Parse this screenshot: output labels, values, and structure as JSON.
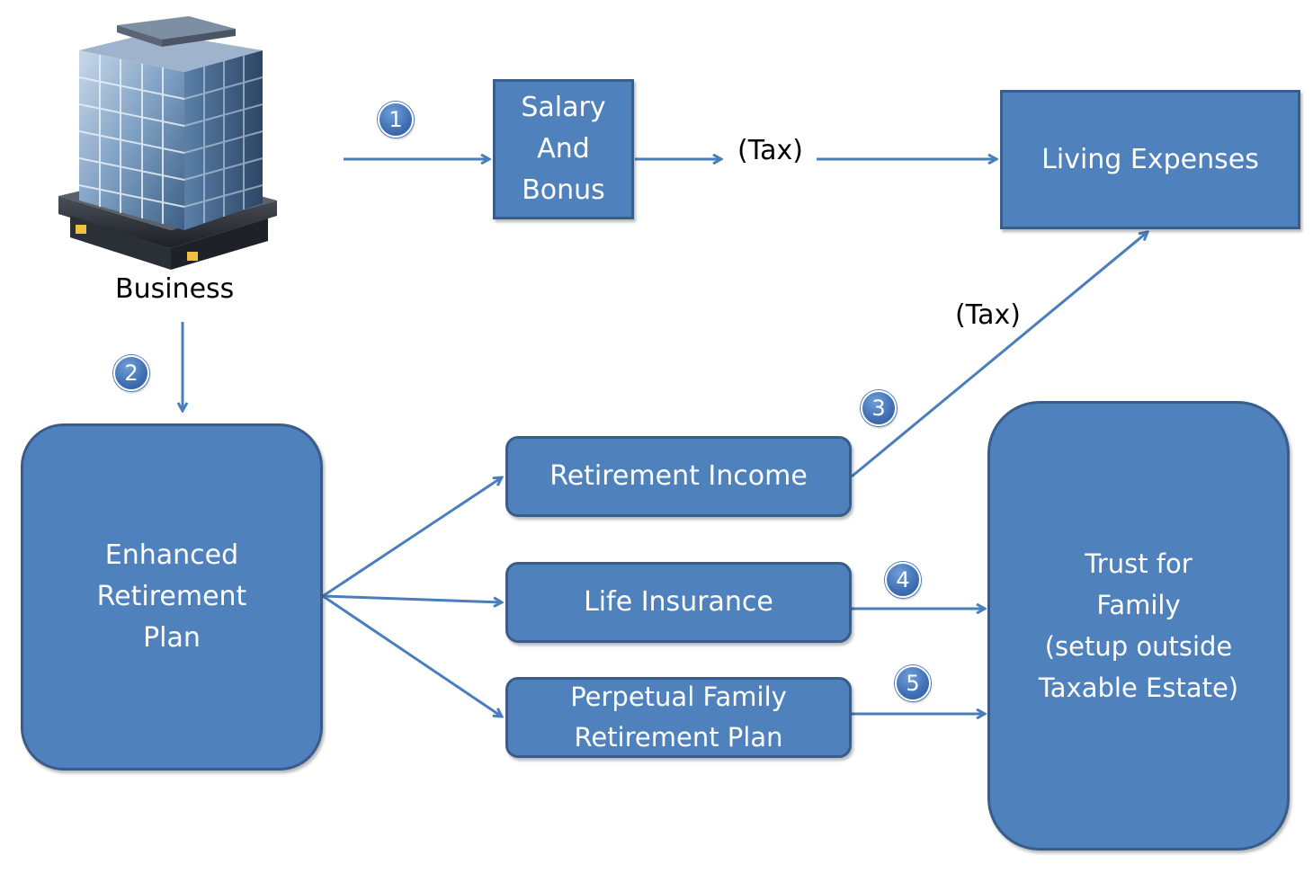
{
  "nodes": {
    "business": "Business",
    "salary_bonus": "Salary\nAnd\nBonus",
    "living_expenses": "Living Expenses",
    "enhanced_retirement_plan": "Enhanced\nRetirement\nPlan",
    "retirement_income": "Retirement Income",
    "life_insurance": "Life Insurance",
    "perpetual_family_retirement_plan": "Perpetual Family\nRetirement Plan",
    "trust_for_family": "Trust for\nFamily\n(setup outside\nTaxable Estate)"
  },
  "edge_labels": {
    "tax_salary_to_living": "(Tax)",
    "tax_income_to_living": "(Tax)"
  },
  "steps": [
    "1",
    "2",
    "3",
    "4",
    "5"
  ],
  "icons": {
    "business": "office-building-icon"
  },
  "colors": {
    "box_fill": "#4f81bd",
    "box_border": "#385d8a",
    "arrow": "#4a7ebb",
    "badge": "#3f6fb3",
    "box_text": "#ffffff",
    "label_text": "#000000"
  }
}
